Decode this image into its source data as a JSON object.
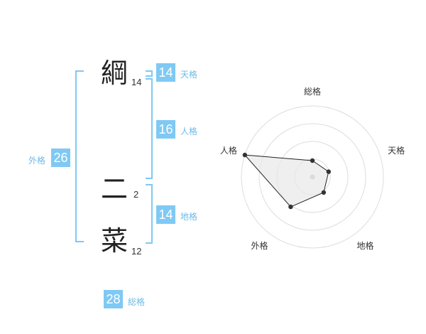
{
  "name": {
    "chars": [
      {
        "char": "綱",
        "strokes": "14"
      },
      {
        "char": "二",
        "strokes": "2"
      },
      {
        "char": "菜",
        "strokes": "12"
      }
    ]
  },
  "kakusu": {
    "tenkaku": {
      "label": "天格",
      "value": "14"
    },
    "jinkaku": {
      "label": "人格",
      "value": "16"
    },
    "chikaku": {
      "label": "地格",
      "value": "14"
    },
    "gaikaku": {
      "label": "外格",
      "value": "26"
    },
    "soukaku": {
      "label": "総格",
      "value": "28"
    }
  },
  "radar": {
    "axes": [
      "総格",
      "天格",
      "地格",
      "外格",
      "人格"
    ],
    "values": [
      0.23,
      0.24,
      0.27,
      0.52,
      1.0
    ],
    "rings": 4,
    "colors": {
      "fill": "#e8e8e8",
      "ring": "#dddddd",
      "point": "#333333",
      "center": "#bbbbbb"
    }
  }
}
